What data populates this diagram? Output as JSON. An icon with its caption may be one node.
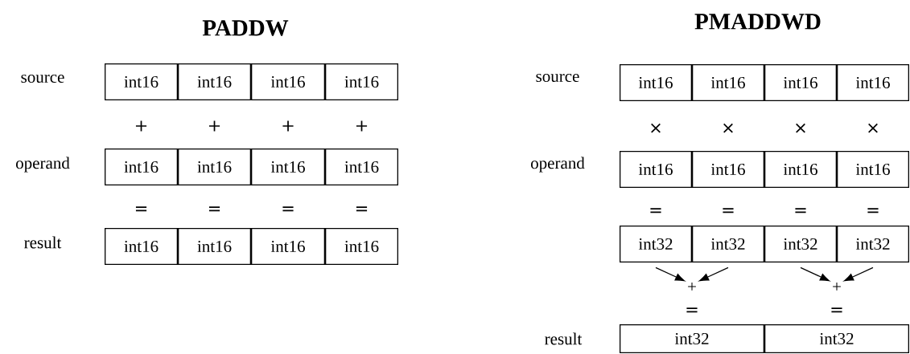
{
  "diagram": {
    "nodes": [
      {
        "text": [
          "int16"
        ]
      },
      {
        "text": [
          "int16"
        ]
      },
      {
        "text": [
          "int16"
        ]
      },
      {
        "text": [
          "int16"
        ]
      },
      {
        "text": [
          "int16"
        ]
      },
      {
        "text": [
          "int16"
        ]
      },
      {
        "text": [
          "int16"
        ]
      },
      {
        "text": [
          "int16"
        ]
      },
      {
        "text": [
          "int16"
        ]
      },
      {
        "text": [
          "int16"
        ]
      },
      {
        "text": [
          "int16"
        ]
      },
      {
        "text": [
          "int16"
        ]
      },
      {
        "text": [
          "int16"
        ]
      },
      {
        "text": [
          "int16"
        ]
      },
      {
        "text": [
          "int16"
        ]
      },
      {
        "text": [
          "int16"
        ]
      },
      {
        "text": [
          "int16"
        ]
      },
      {
        "text": [
          "int16"
        ]
      },
      {
        "text": [
          "int16"
        ]
      },
      {
        "text": [
          "int16"
        ]
      },
      {
        "text": [
          "int32"
        ]
      },
      {
        "text": [
          "int32"
        ]
      },
      {
        "text": [
          "int32"
        ]
      },
      {
        "text": [
          "int32"
        ]
      },
      {
        "text": [
          "+"
        ]
      },
      {
        "text": [
          "+"
        ]
      },
      {
        "text": [
          "int32"
        ]
      },
      {
        "text": [
          "int32"
        ]
      }
    ],
    "edges": [
      {
        "from": 20,
        "to": 24,
        "arrow": "to"
      },
      {
        "from": 21,
        "to": 24,
        "arrow": "to"
      },
      {
        "from": 22,
        "to": 25,
        "arrow": "to"
      },
      {
        "from": 23,
        "to": 25,
        "arrow": "to"
      }
    ],
    "labels": [
      "PADDW",
      "PMADDWD",
      "source",
      "source",
      "+",
      "+",
      "+",
      "+",
      "×",
      "×",
      "×",
      "×",
      "operand",
      "operand",
      "=",
      "=",
      "=",
      "=",
      "=",
      "=",
      "=",
      "=",
      "result",
      "=",
      "=",
      "result"
    ]
  }
}
